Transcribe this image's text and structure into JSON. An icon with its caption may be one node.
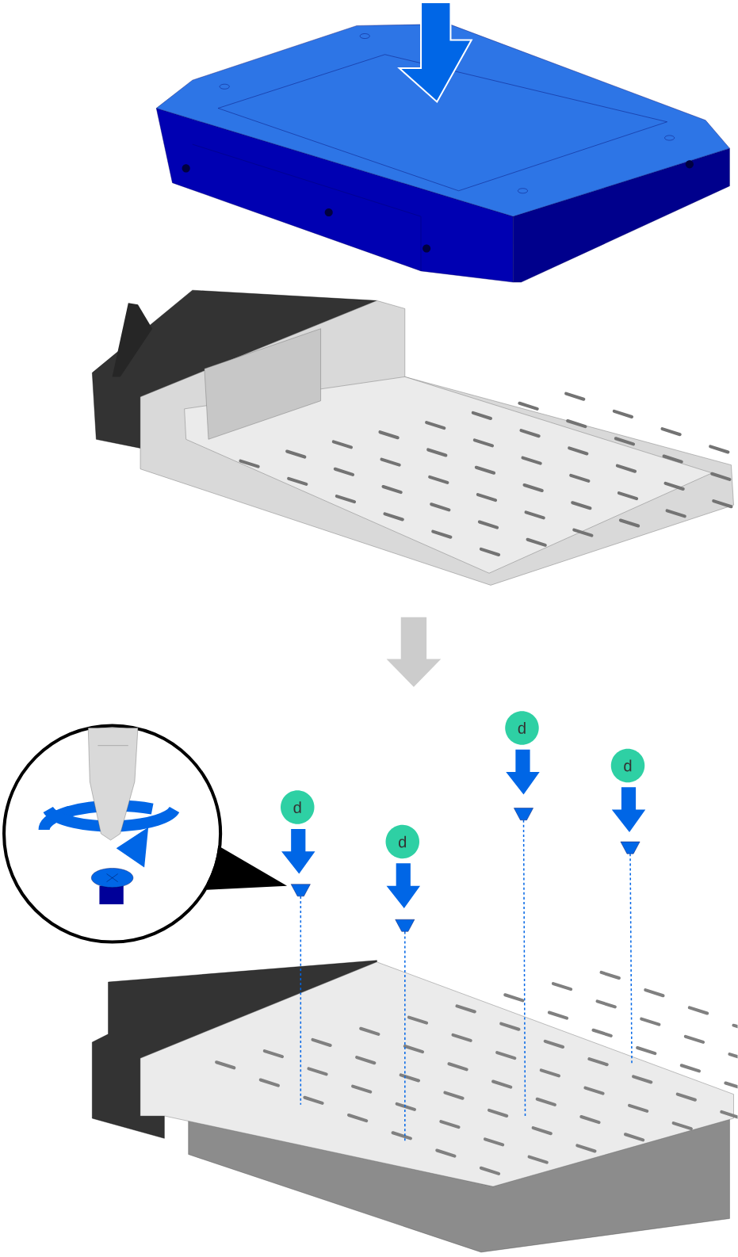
{
  "diagram": {
    "nodes": [
      {
        "text": [
          "d"
        ]
      },
      {
        "text": [
          "d"
        ]
      },
      {
        "text": [
          "d"
        ]
      },
      {
        "text": [
          "d"
        ]
      }
    ]
  }
}
